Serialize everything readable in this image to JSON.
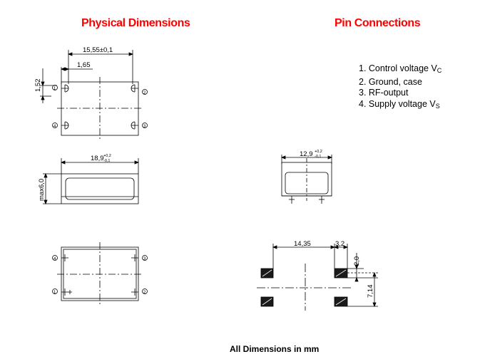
{
  "headings": {
    "physical": "Physical Dimensions",
    "pins": "Pin Connections"
  },
  "pin_connections": [
    {
      "text": "1. Control voltage V",
      "sub": "C"
    },
    {
      "text": "2. Ground, case",
      "sub": ""
    },
    {
      "text": "3. RF-output",
      "sub": ""
    },
    {
      "text": "4. Supply voltage V",
      "sub": "S"
    }
  ],
  "dimensions": {
    "overall_length": "15,55±0,1",
    "pin_offset": "1,65",
    "pin_height": "1,52",
    "body_length": "18,9",
    "body_length_tol_plus": "+0,2",
    "body_length_tol_minus": "-0,1",
    "height_max": "max6,0",
    "body_width": "12,9",
    "body_width_tol_plus": "+0,2",
    "body_width_tol_minus": "-0,1",
    "pad_spacing": "14,35",
    "pad_width": "3,2",
    "pad_height": "2,0",
    "pad_pitch": "7,14"
  },
  "pin_numbers": {
    "p1": "1",
    "p2": "2",
    "p3": "3",
    "p4": "4"
  },
  "footer": "All Dimensions in mm"
}
